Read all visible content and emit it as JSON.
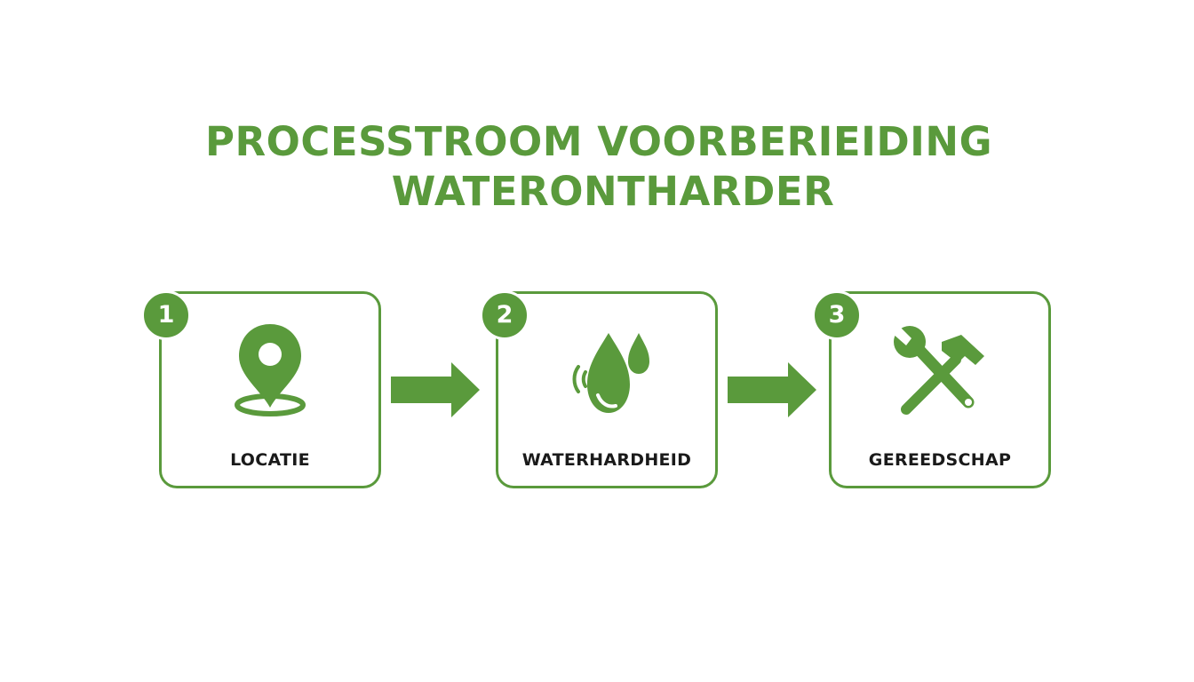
{
  "title": {
    "line1": "PROCESSTROOM VOORBERIEIDING",
    "line2": "WATERONTHARDER"
  },
  "colors": {
    "accent": "#5a9a3c",
    "label": "#1a1a1a",
    "background": "#ffffff"
  },
  "steps": [
    {
      "number": "1",
      "label": "LOCATIE",
      "icon": "location-pin-icon"
    },
    {
      "number": "2",
      "label": "WATERHARDHEID",
      "icon": "water-drops-icon"
    },
    {
      "number": "3",
      "label": "GEREEDSCHAP",
      "icon": "wrench-hammer-icon"
    }
  ]
}
